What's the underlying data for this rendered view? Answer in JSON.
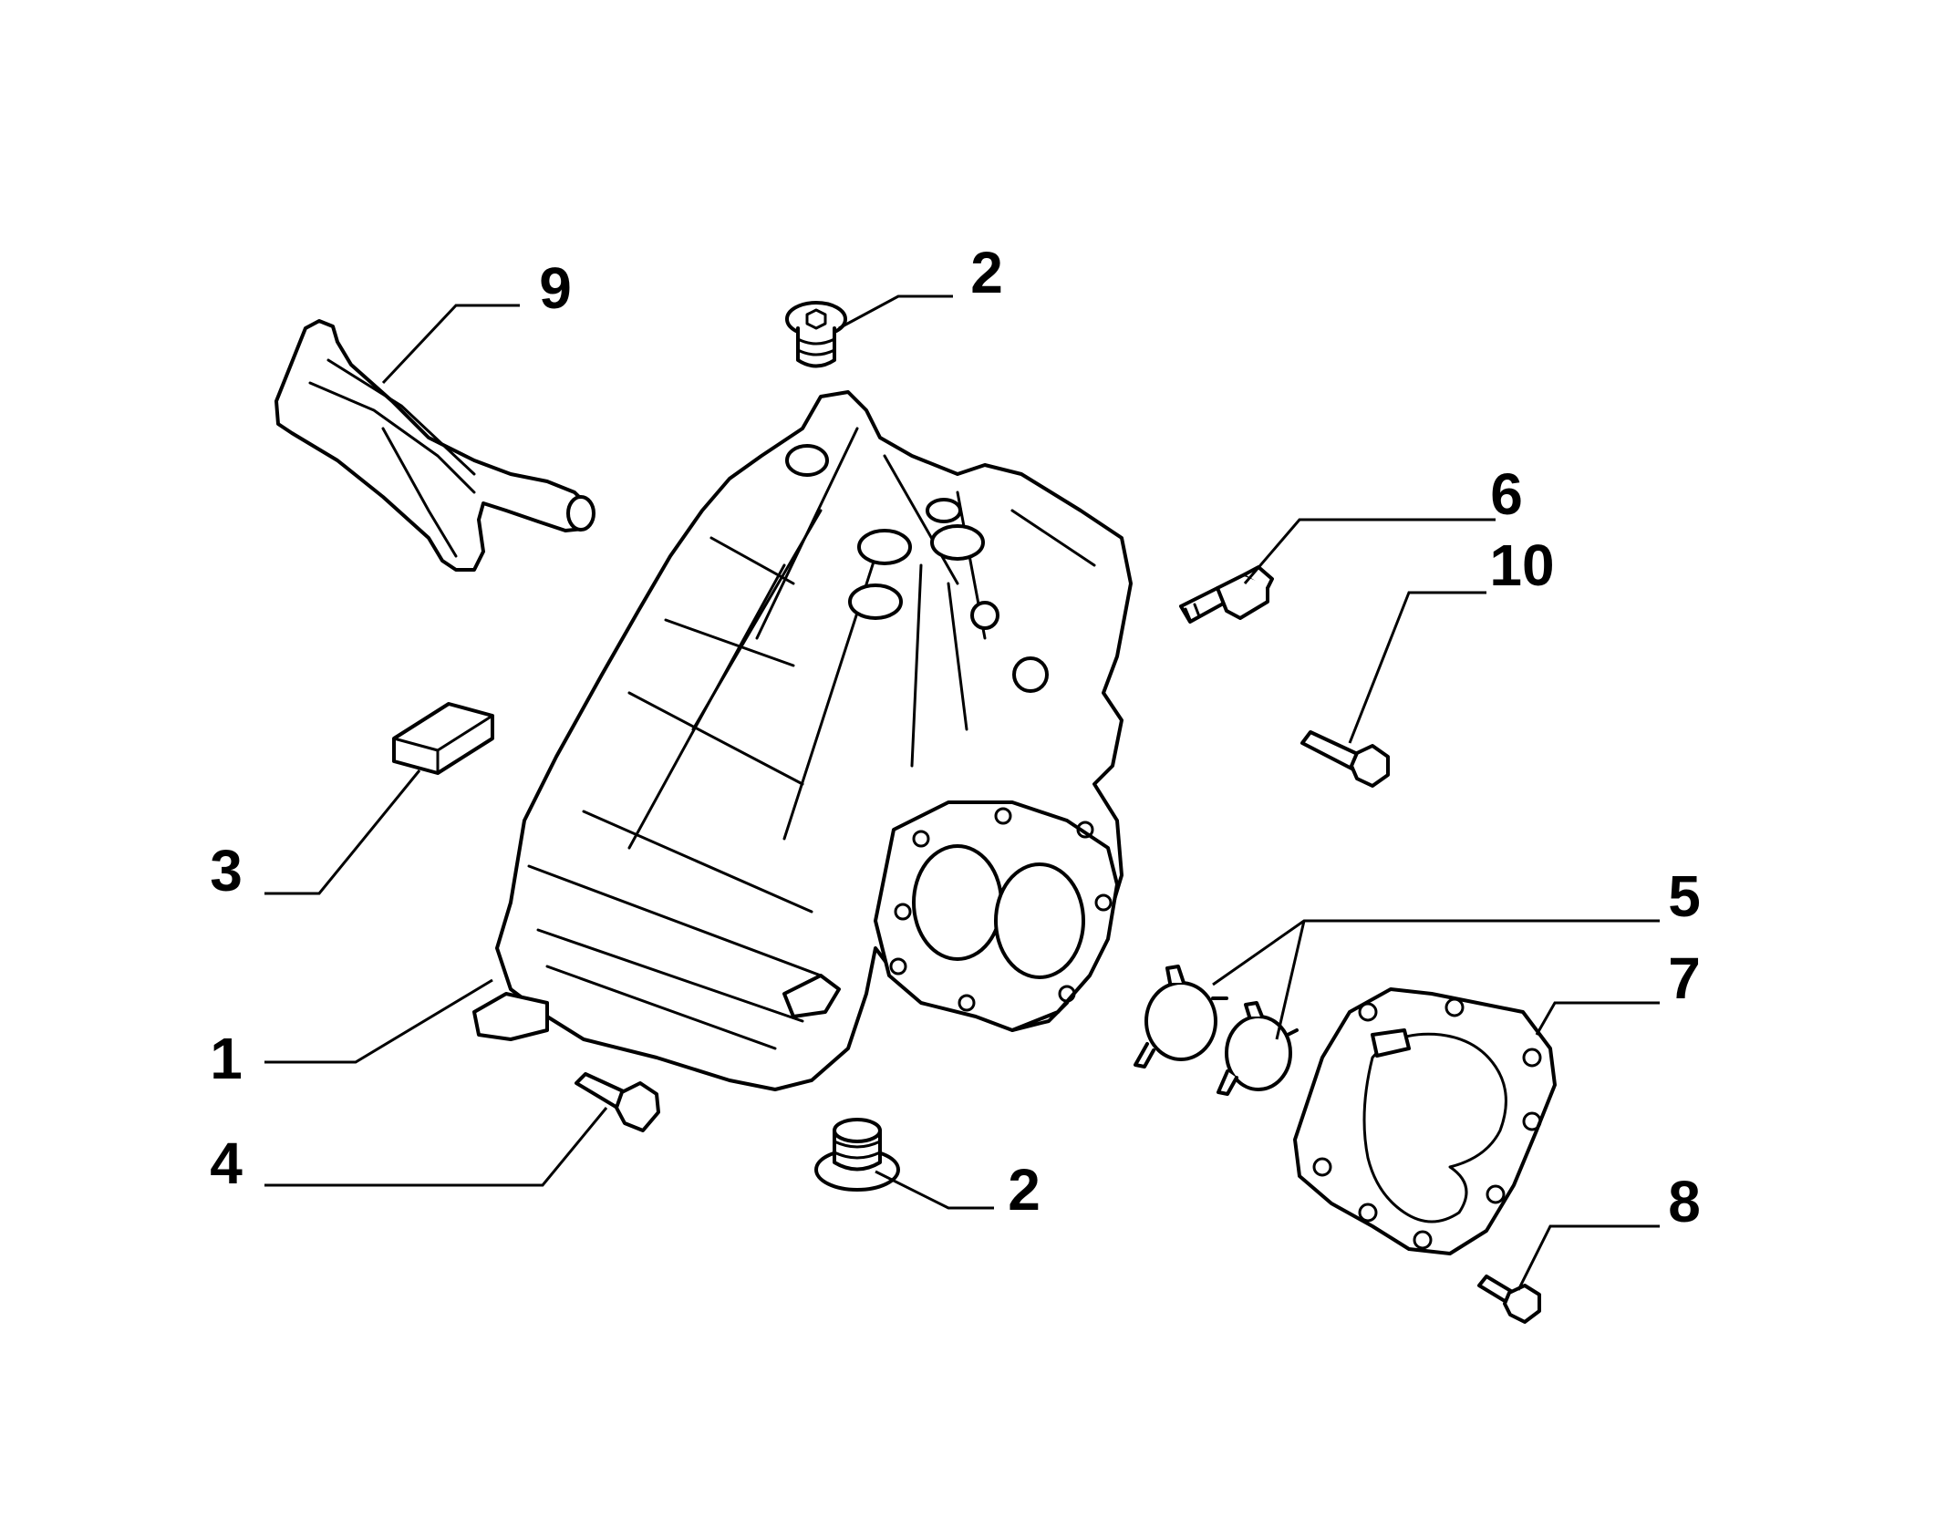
{
  "callouts": [
    {
      "id": "c1",
      "label": "1"
    },
    {
      "id": "c2a",
      "label": "2"
    },
    {
      "id": "c2b",
      "label": "2"
    },
    {
      "id": "c3",
      "label": "3"
    },
    {
      "id": "c4",
      "label": "4"
    },
    {
      "id": "c5",
      "label": "5"
    },
    {
      "id": "c6",
      "label": "6"
    },
    {
      "id": "c7",
      "label": "7"
    },
    {
      "id": "c8",
      "label": "8"
    },
    {
      "id": "c9",
      "label": "9"
    },
    {
      "id": "c10",
      "label": "10"
    }
  ],
  "colors": {
    "line": "#000000",
    "background": "#ffffff"
  }
}
